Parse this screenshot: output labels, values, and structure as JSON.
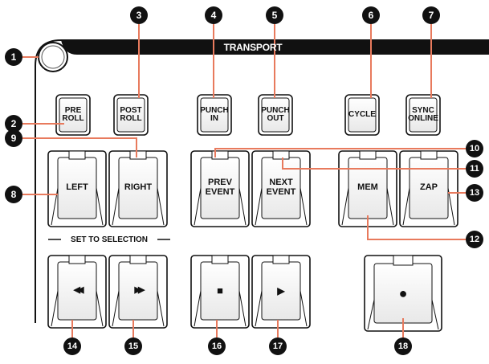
{
  "panel": {
    "title": "TRANSPORT",
    "set_to_selection": "SET TO SELECTION"
  },
  "buttons": {
    "pre_roll": "PRE\nROLL",
    "post_roll": "POST\nROLL",
    "punch_in": "PUNCH\nIN",
    "punch_out": "PUNCH\nOUT",
    "cycle": "CYCLE",
    "sync_online": "SYNC\nONLINE",
    "left": "LEFT",
    "right": "RIGHT",
    "prev_event": "PREV\nEVENT",
    "next_event": "NEXT\nEVENT",
    "mem": "MEM",
    "zap": "ZAP",
    "rewind": "◀◀",
    "fast_forward": "▶▶",
    "stop": "■",
    "play": "▶",
    "record": "●"
  },
  "callouts": [
    "1",
    "2",
    "3",
    "4",
    "5",
    "6",
    "7",
    "8",
    "9",
    "10",
    "11",
    "12",
    "13",
    "14",
    "15",
    "16",
    "17",
    "18"
  ],
  "colors": {
    "leader": "#e87a5d",
    "callout_fill": "#111111",
    "panel_band": "#111111"
  }
}
